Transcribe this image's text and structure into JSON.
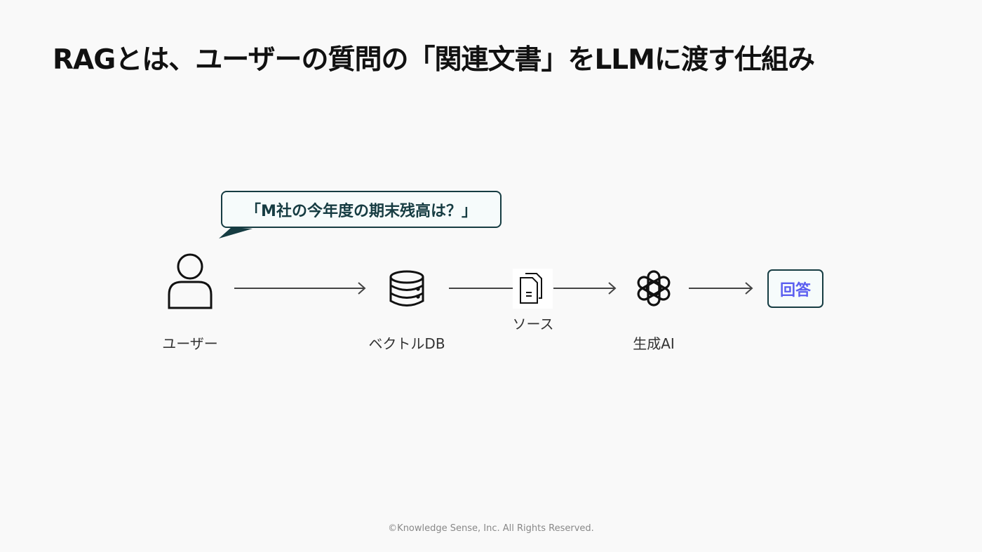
{
  "title": "RAGとは、ユーザーの質問の「関連文書」をLLMに渡す仕組み",
  "question_bubble": "「M社の今年度の期末残高は？」",
  "nodes": {
    "user": {
      "label": "ユーザー",
      "icon": "person-icon"
    },
    "vector_db": {
      "label": "ベクトルDB",
      "icon": "database-icon"
    },
    "source": {
      "label": "ソース",
      "icon": "document-icon"
    },
    "ai": {
      "label": "生成AI",
      "icon": "openai-logo-icon"
    },
    "answer": {
      "label": "回答"
    }
  },
  "colors": {
    "accent": "#5b5ef0",
    "border": "#163c42",
    "background": "#f9f9f9"
  },
  "footer": "©Knowledge Sense, Inc. All Rights Reserved."
}
